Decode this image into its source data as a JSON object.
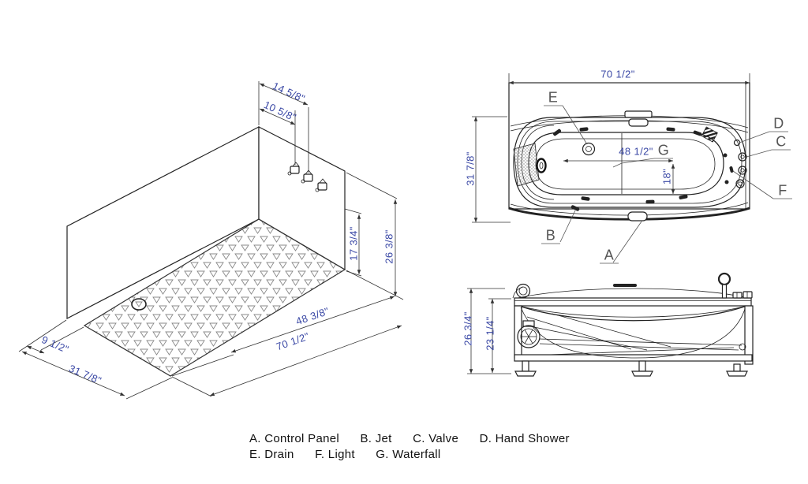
{
  "colors": {
    "background": "#ffffff",
    "line": "#222222",
    "dimension": "#3a48a5",
    "callout": "#555555",
    "legend": "#111111"
  },
  "iso_view": {
    "dimensions": {
      "fixture_offset_outer": "14 5/8\"",
      "fixture_offset_inner": "10 5/8\"",
      "wall_height_partial": "17 3/4\"",
      "wall_height": "26 3/8\"",
      "floor_length": "48 3/8\"",
      "overall_length": "70 1/2\"",
      "apron_overhang": "9 1/2\"",
      "overall_depth": "31 7/8\""
    }
  },
  "top_view": {
    "dimensions": {
      "overall_length": "70 1/2\"",
      "overall_depth": "31 7/8\"",
      "basin_length": "48 1/2\"",
      "basin_width": "18\""
    },
    "callouts": {
      "A": "A",
      "B": "B",
      "C": "C",
      "D": "D",
      "E": "E",
      "F": "F",
      "G": "G"
    }
  },
  "front_view": {
    "dimensions": {
      "overall_height": "26 3/4\"",
      "rim_height": "23 1/4\""
    }
  },
  "legend": {
    "items": [
      {
        "text": "A. Control Panel"
      },
      {
        "text": "B. Jet"
      },
      {
        "text": "C. Valve"
      },
      {
        "text": "D. Hand Shower"
      },
      {
        "text": "E. Drain"
      },
      {
        "text": "F. Light"
      },
      {
        "text": "G. Waterfall"
      }
    ]
  }
}
